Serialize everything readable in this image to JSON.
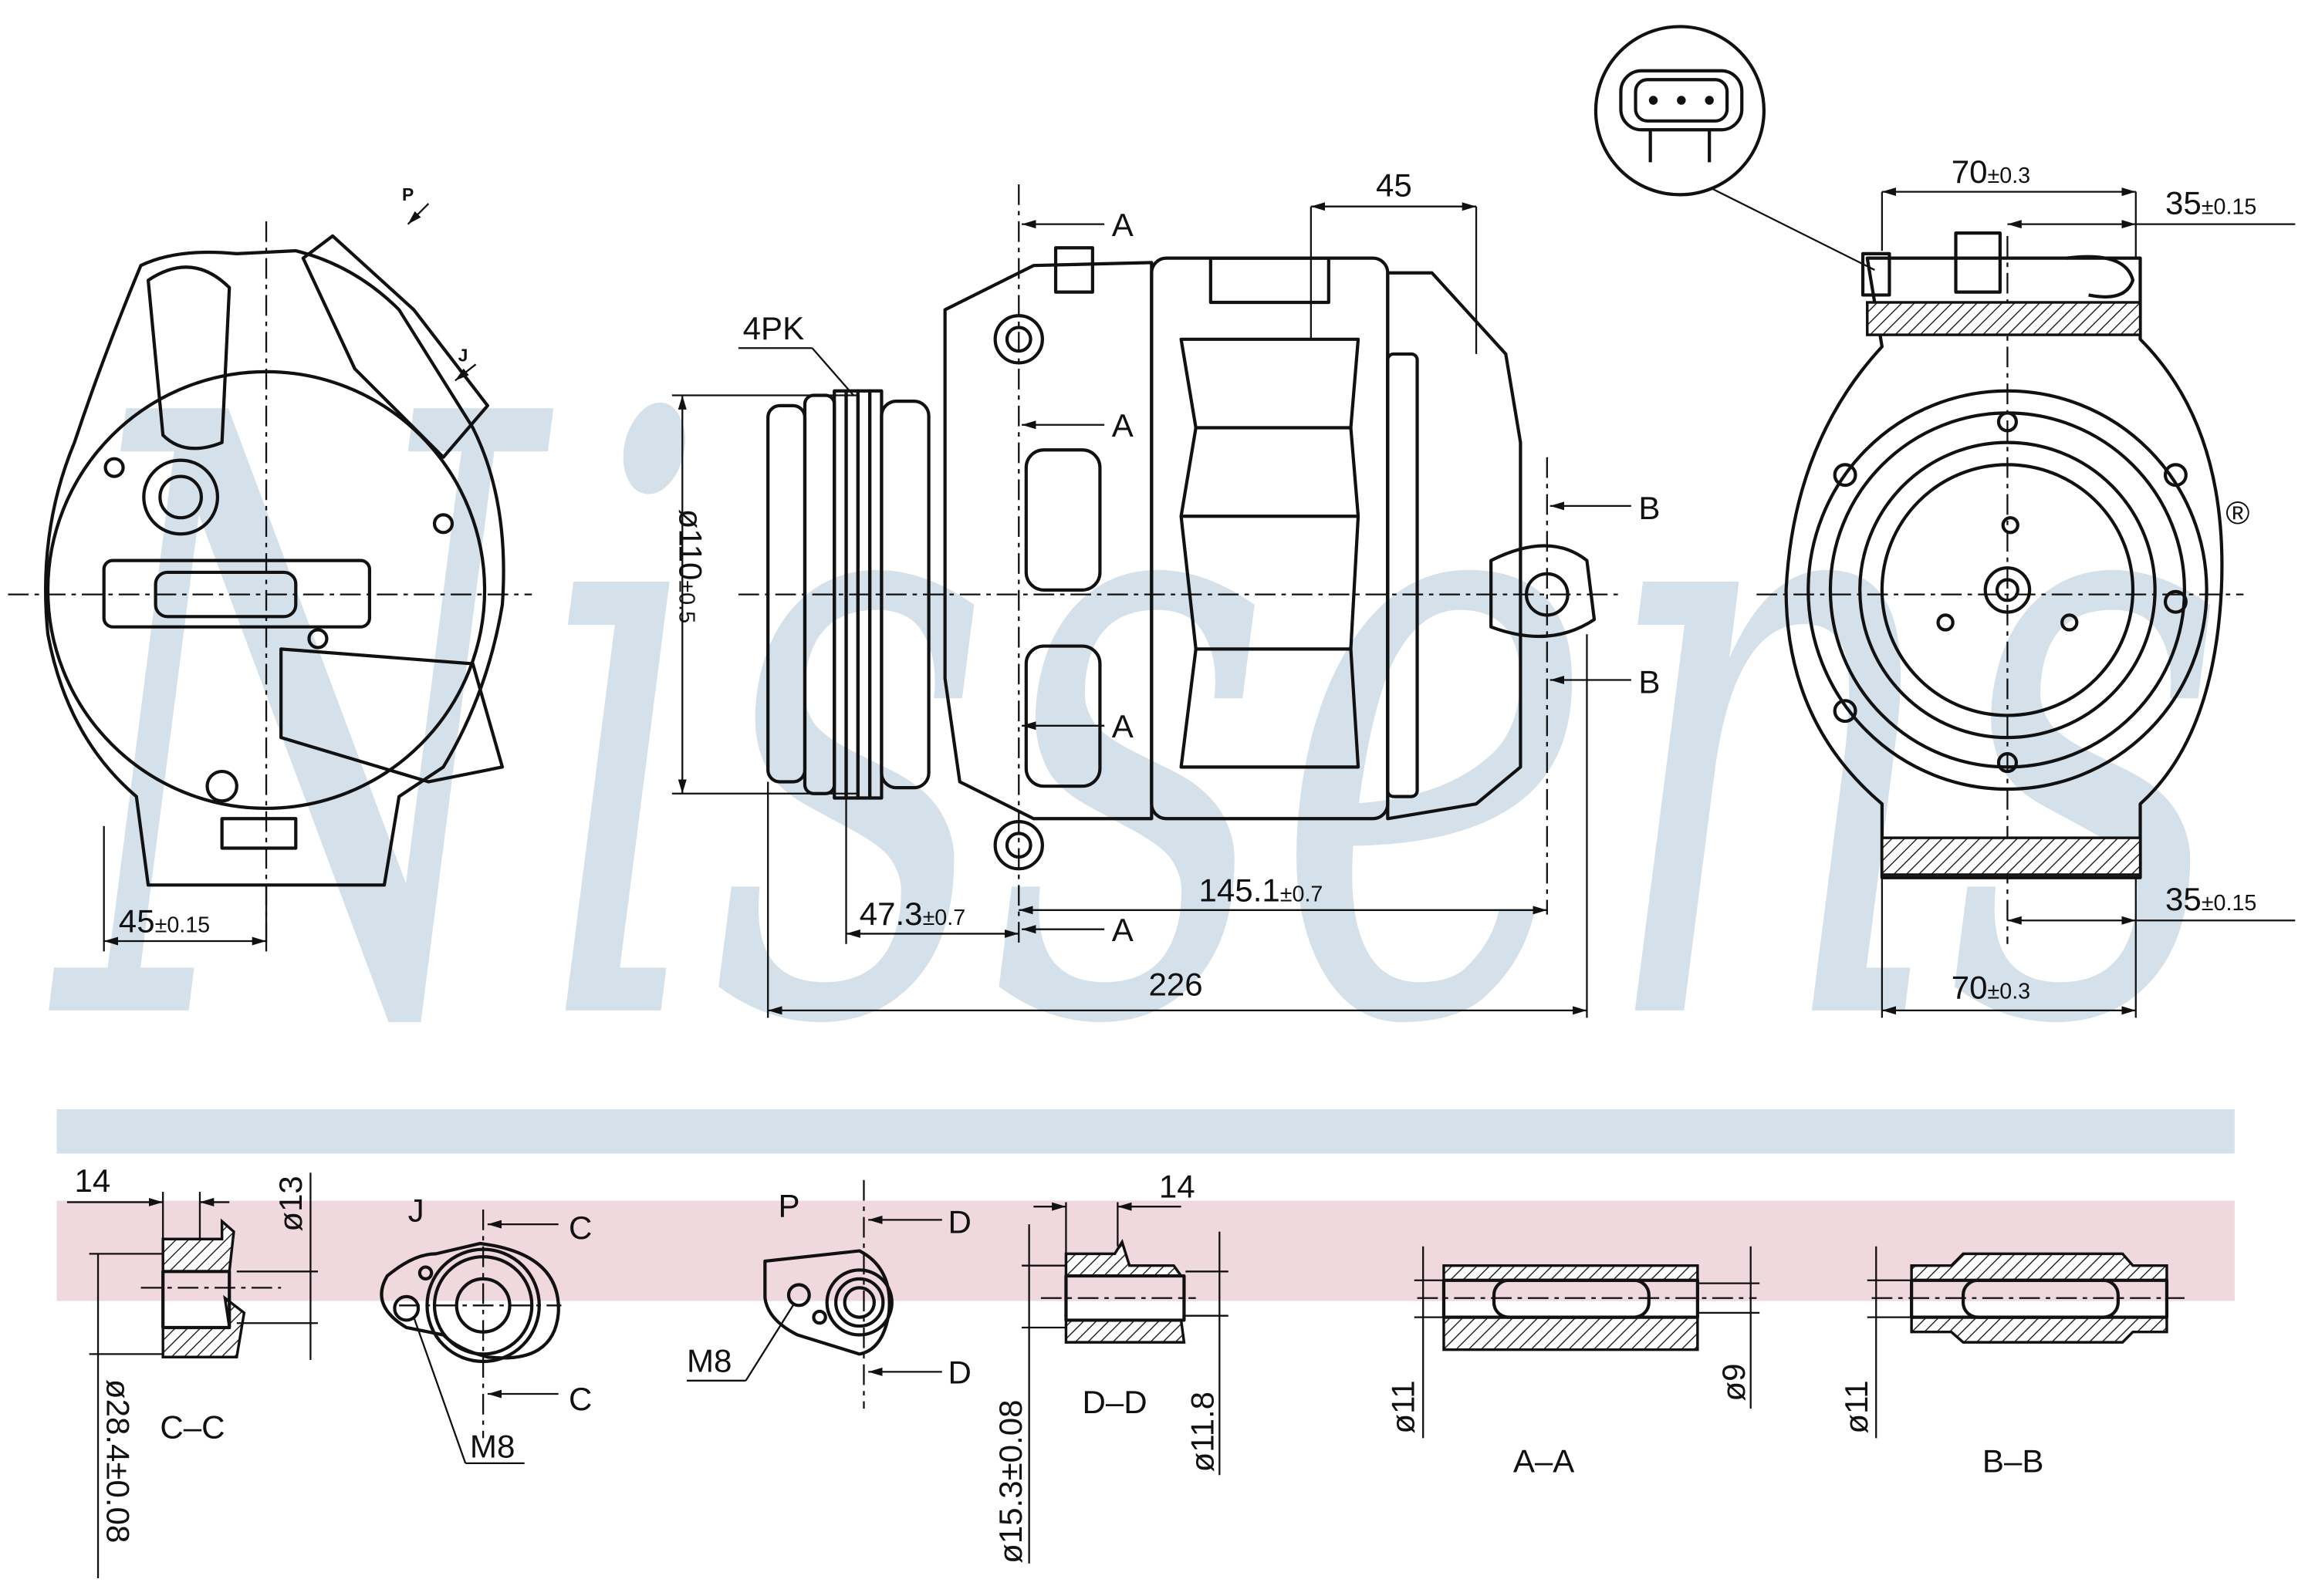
{
  "watermark": {
    "text": "Nissens",
    "registered_mark": "®"
  },
  "colors": {
    "band_blue": "#d5e1ea",
    "band_pink": "#f0d9de",
    "line": "#111111"
  },
  "left_view": {
    "labels": {
      "p": "P",
      "j": "J"
    },
    "dim_width": {
      "value": "45",
      "tol": "±0.15"
    }
  },
  "side_view": {
    "belt": "4PK",
    "dim_top": "45",
    "section_a": [
      "A",
      "A",
      "A",
      "A"
    ],
    "section_b": [
      "B",
      "B"
    ],
    "dim_pulley_dia": {
      "value": "ø110",
      "tol": "±0.5"
    },
    "dim_pulley_offset": {
      "value": "47.3",
      "tol": "±0.7"
    },
    "dim_mount": {
      "value": "145.1",
      "tol": "±0.7"
    },
    "dim_total": "226"
  },
  "front_view": {
    "dim_top_70": {
      "value": "70",
      "tol": "±0.3"
    },
    "dim_top_35": {
      "value": "35",
      "tol": "±0.15"
    },
    "dim_bottom_35": {
      "value": "35",
      "tol": "±0.15"
    },
    "dim_bottom_70": {
      "value": "70",
      "tol": "±0.3"
    }
  },
  "details": {
    "cc": {
      "dim_len": "14",
      "dim_d13": "ø13",
      "dim_d28": "ø28.4±0.08",
      "title": "C–C"
    },
    "j": {
      "title": "J",
      "cut1": "C",
      "cut2": "C",
      "thread": "M8"
    },
    "p": {
      "title": "P",
      "cut1": "D",
      "cut2": "D",
      "thread": "M8"
    },
    "dd": {
      "dim_len": "14",
      "dim_d15": "ø15.3±0.08",
      "dim_d11": "ø11.8",
      "title": "D–D"
    },
    "aa": {
      "dim_d11": "ø11",
      "dim_d9": "ø9",
      "title": "A–A"
    },
    "bb": {
      "dim_d11": "ø11",
      "title": "B–B"
    }
  }
}
